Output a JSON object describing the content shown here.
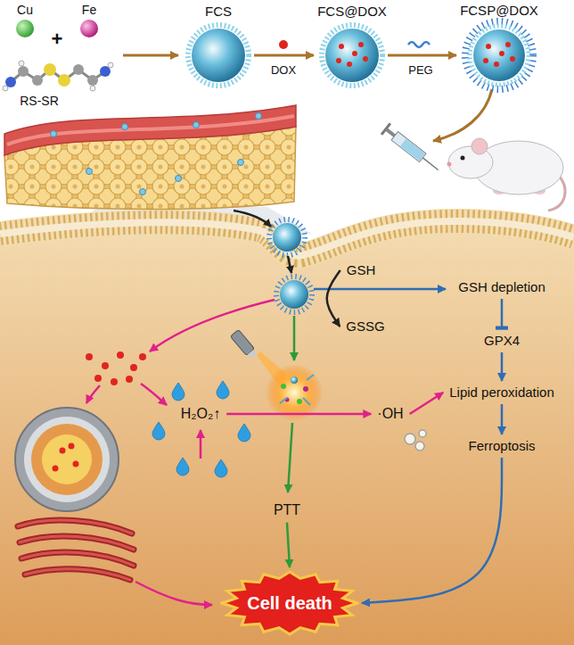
{
  "diagram": {
    "nodes": [
      {
        "text": [
          "GSH"
        ]
      },
      {
        "text": [
          "GSH depletion"
        ]
      },
      {
        "text": [
          "GSSG"
        ]
      },
      {
        "text": [
          "GPX4"
        ]
      },
      {
        "text": [
          "Lipid peroxidation"
        ]
      },
      {
        "text": [
          "H₂O₂↑"
        ]
      },
      {
        "text": [
          "·OH"
        ]
      },
      {
        "text": [
          "Ferroptosis"
        ]
      },
      {
        "text": [
          "PTT"
        ]
      },
      {
        "text": [
          "Cell death"
        ]
      }
    ],
    "edges": [
      {
        "from": 0,
        "to": 2,
        "arrow": "to"
      },
      {
        "from": 1,
        "to": 3,
        "arrow": "to"
      },
      {
        "from": 3,
        "to": 4,
        "arrow": "to"
      },
      {
        "from": 4,
        "to": 7,
        "arrow": "to"
      },
      {
        "from": 7,
        "to": 9,
        "arrow": "to"
      },
      {
        "from": 5,
        "to": 6,
        "arrow": "to"
      },
      {
        "from": 6,
        "to": 4,
        "arrow": "to"
      },
      {
        "from": 8,
        "to": 9,
        "arrow": "to"
      }
    ],
    "labels": [
      "Cu",
      "Fe",
      "FCS",
      "FCS@DOX",
      "FCSP@DOX",
      "+",
      "DOX",
      "PEG",
      "RS-SR"
    ]
  }
}
